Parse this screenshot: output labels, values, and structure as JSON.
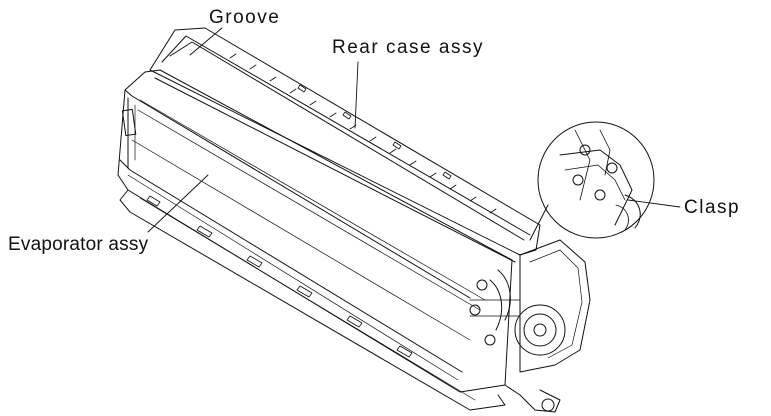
{
  "diagram": {
    "labels": {
      "groove": "Groove",
      "rear_case": "Rear case assy",
      "clasp": "Clasp",
      "evaporator": "Evaporator assy"
    },
    "colors": {
      "line": "#111111",
      "background": "#ffffff"
    }
  }
}
